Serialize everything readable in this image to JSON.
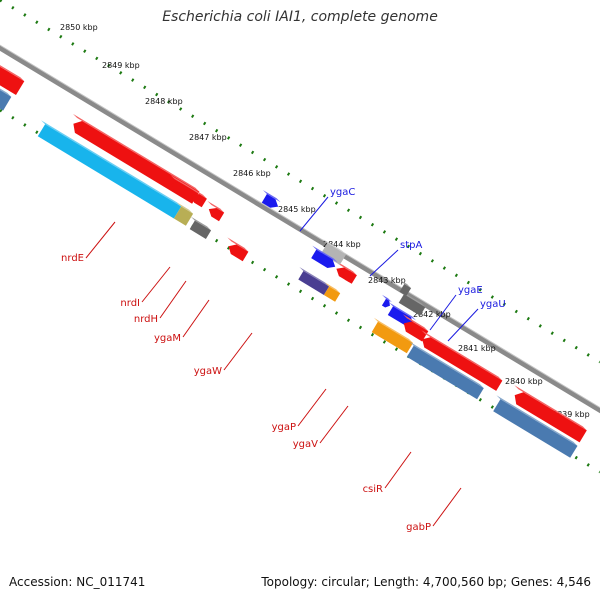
{
  "title": "Escherichia coli IAI1, complete genome",
  "footer": {
    "accession": "Accession: NC_011741",
    "summary": "Topology: circular; Length: 4,700,560 bp; Genes: 4,546"
  },
  "colors": {
    "backbone": "#8a8a8a",
    "dotted_ring": "#1d7a12",
    "forward_label": "#1a1ae0",
    "reverse_label": "#cc1010",
    "red_gene": "#ee1111",
    "blue_gene": "#1a1aee",
    "steel_blue_gene": "#4a7ab0",
    "cyan_gene": "#18b4ec",
    "olive_gene": "#b8ae55",
    "gray_gene": "#666666",
    "light_gray_gene": "#b4b4b4",
    "purple_gene": "#4a3e92",
    "orange_gene": "#f29a10"
  },
  "ticks": [
    "2850 kbp",
    "2849 kbp",
    "2848 kbp",
    "2847 kbp",
    "2846 kbp",
    "2845 kbp",
    "2844 kbp",
    "2843 kbp",
    "2842 kbp",
    "2841 kbp",
    "2840 kbp",
    "2839 kbp"
  ],
  "genes_forward": [
    "ygaC",
    "stpA",
    "ygaE",
    "ygaU"
  ],
  "genes_reverse": [
    "nrdE",
    "nrdI",
    "nrdH",
    "ygaM",
    "ygaW",
    "ygaP",
    "ygaV",
    "csiR",
    "gabP"
  ]
}
